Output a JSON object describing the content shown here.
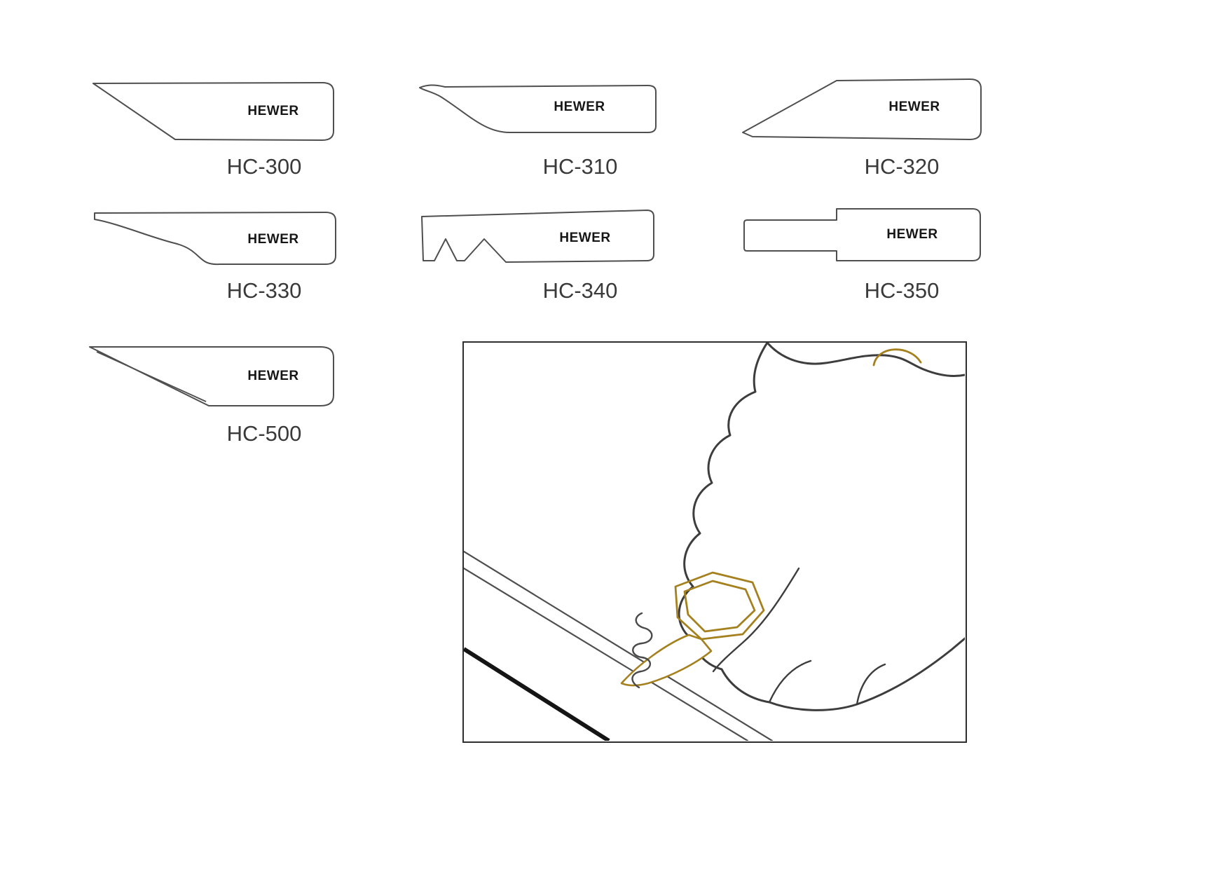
{
  "brand": "HEWER",
  "colors": {
    "outline": "#4f4f4f",
    "ink": "#3a3a3a",
    "accent": "#a5801f",
    "black": "#151515"
  },
  "blades": [
    {
      "model": "HC-300"
    },
    {
      "model": "HC-310"
    },
    {
      "model": "HC-320"
    },
    {
      "model": "HC-330"
    },
    {
      "model": "HC-340"
    },
    {
      "model": "HC-350"
    },
    {
      "model": "HC-500"
    }
  ]
}
